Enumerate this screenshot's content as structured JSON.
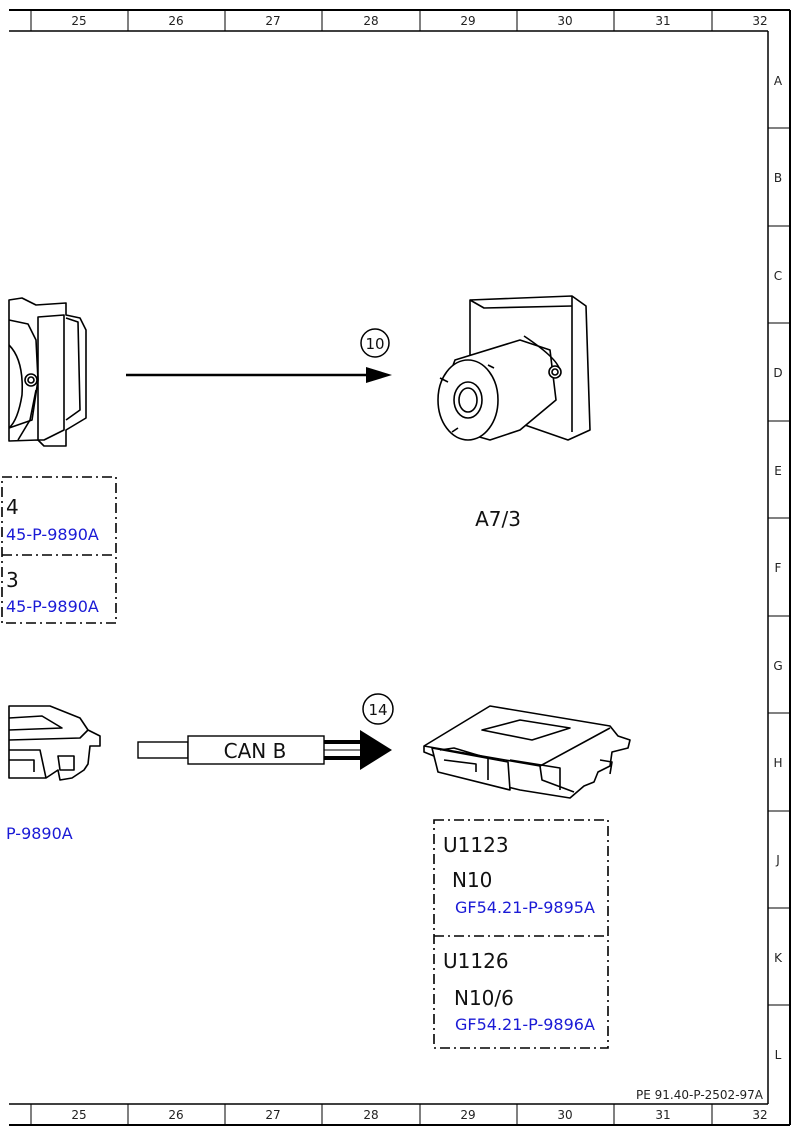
{
  "ruler": {
    "columns": [
      "25",
      "26",
      "27",
      "28",
      "29",
      "30",
      "31",
      "32"
    ],
    "rows": [
      "A",
      "B",
      "C",
      "D",
      "E",
      "F",
      "G",
      "H",
      "J",
      "K",
      "L"
    ]
  },
  "arrows": {
    "top_number": "10",
    "bottom_number": "14",
    "bus_label": "CAN B"
  },
  "left_box": {
    "row1_code": "4",
    "row1_ref": "45-P-9890A",
    "row2_code": "3",
    "row2_ref": "45-P-9890A",
    "lower_ref": "P-9890A"
  },
  "component_top": {
    "label": "A7/3"
  },
  "right_box": {
    "u1": "U1123",
    "n1": "N10",
    "ref1": "GF54.21-P-9895A",
    "u2": "U1126",
    "n2": "N10/6",
    "ref2": "GF54.21-P-9896A"
  },
  "footer": {
    "doc_id": "PE 91.40-P-2502-97A"
  },
  "colors": {
    "ref_text": "#1a1ad6",
    "line": "#000000"
  }
}
